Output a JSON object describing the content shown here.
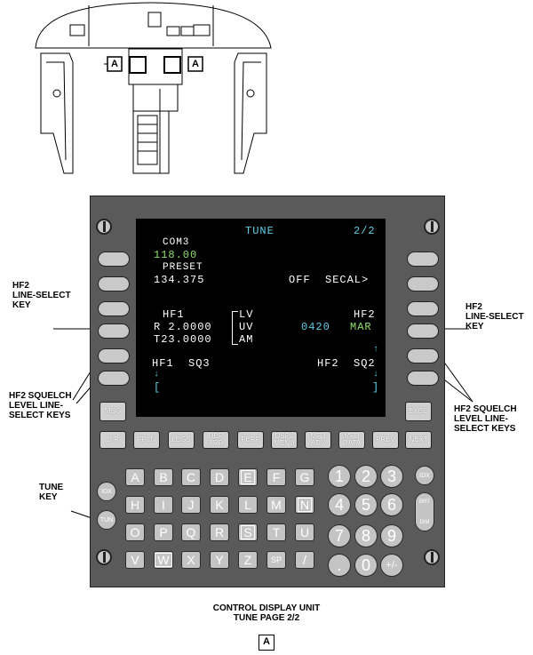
{
  "callouts": {
    "left_lsk": [
      "HF2",
      "LINE-SELECT",
      "KEY"
    ],
    "right_lsk": [
      "HF2",
      "LINE-SELECT",
      "KEY"
    ],
    "left_squelch": [
      "HF2 SQUELCH",
      "LEVEL LINE-",
      "SELECT KEYS"
    ],
    "right_squelch": [
      "HF2 SQUELCH",
      "LEVEL LINE-",
      "SELECT KEYS"
    ],
    "tune_key": [
      "TUNE",
      "KEY"
    ],
    "locator": "A"
  },
  "caption": {
    "line1": "CONTROL DISPLAY UNIT",
    "line2": "TUNE PAGE 2/2",
    "ref": "A"
  },
  "screen": {
    "title": "TUNE",
    "page": "2/2",
    "com3_label": "COM3",
    "com3_freq": "118.00",
    "preset_label": "PRESET",
    "preset_freq": "134.375",
    "off_secal": "OFF  SECAL>",
    "hf1_label": "HF1",
    "hf1_freq": "R 2.0000",
    "hf1_t": "T23.0000",
    "mode_lv": "LV",
    "mode_uv": "UV",
    "mode_am": "AM",
    "hf2_label": "HF2",
    "hf2_chan": "0420",
    "hf2_mar": "MAR",
    "hf1_sq": "HF1  SQ3",
    "hf2_sq": "HF2  SQ2",
    "arrow_up": "↑",
    "arrow_down": "↓",
    "left_bracket": "[",
    "right_bracket": "]"
  },
  "keys": {
    "msg": "MSG",
    "exec": "EXEC",
    "function_row": [
      "DIR",
      "FPLN",
      "LEGS",
      "DEP ARR",
      "PERF",
      "DSPL MENU",
      "MFD ADV",
      "MFD DATA",
      "PREV",
      "NEXT"
    ],
    "alpha": [
      "A",
      "B",
      "C",
      "D",
      "E",
      "F",
      "G",
      "H",
      "I",
      "J",
      "K",
      "L",
      "M",
      "N",
      "O",
      "P",
      "Q",
      "R",
      "S",
      "T",
      "U",
      "V",
      "W",
      "X",
      "Y",
      "Z",
      "SP",
      "/"
    ],
    "numeric": [
      "1",
      "2",
      "3",
      "4",
      "5",
      "6",
      "7",
      "8",
      "9",
      ".",
      "0",
      "+/-"
    ],
    "idx_left": "IDX",
    "tun": "TUN",
    "idx_right": "IDX",
    "brt": "BRT",
    "dim": "DIM"
  }
}
